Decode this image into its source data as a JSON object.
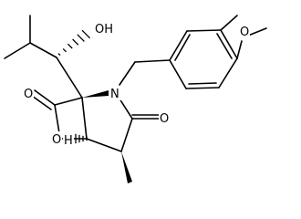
{
  "structure": {
    "atoms": {
      "hydroxyl": "OH",
      "ring_nitrogen": "N",
      "lactone_carbonyl_oxygen": "O",
      "lactone_ring_oxygen": "O",
      "lactam_carbonyl_oxygen": "O",
      "methoxy_oxygen": "O",
      "bridgehead_hydrogen": "H"
    }
  }
}
